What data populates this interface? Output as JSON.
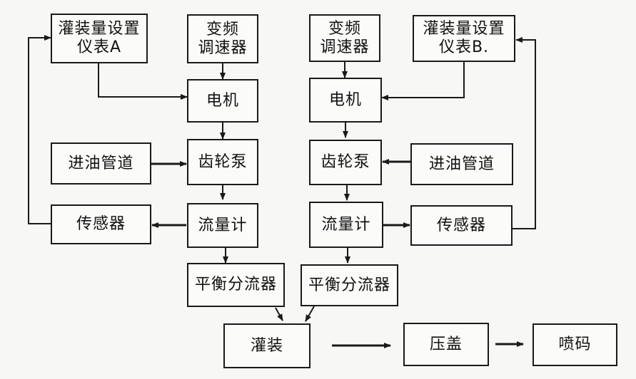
{
  "boxes": {
    "meter_a": "灌装量设置\n仪表A",
    "vfd_a": "变频\n调速器",
    "motor_a": "电机",
    "inlet_a": "进油管道",
    "pump_a": "齿轮泵",
    "sensor_a": "传感器",
    "flow_a": "流量计",
    "splitter_a": "平衡分流器",
    "vfd_b": "变频\n调速器",
    "meter_b": "灌装量设置\n仪表B.",
    "motor_b": "电机",
    "pump_b": "齿轮泵",
    "inlet_b": "进油管道",
    "flow_b": "流量计",
    "sensor_b": "传感器",
    "splitter_b": "平衡分流器",
    "filling": "灌装",
    "capping": "压盖",
    "coding": "喷码"
  }
}
